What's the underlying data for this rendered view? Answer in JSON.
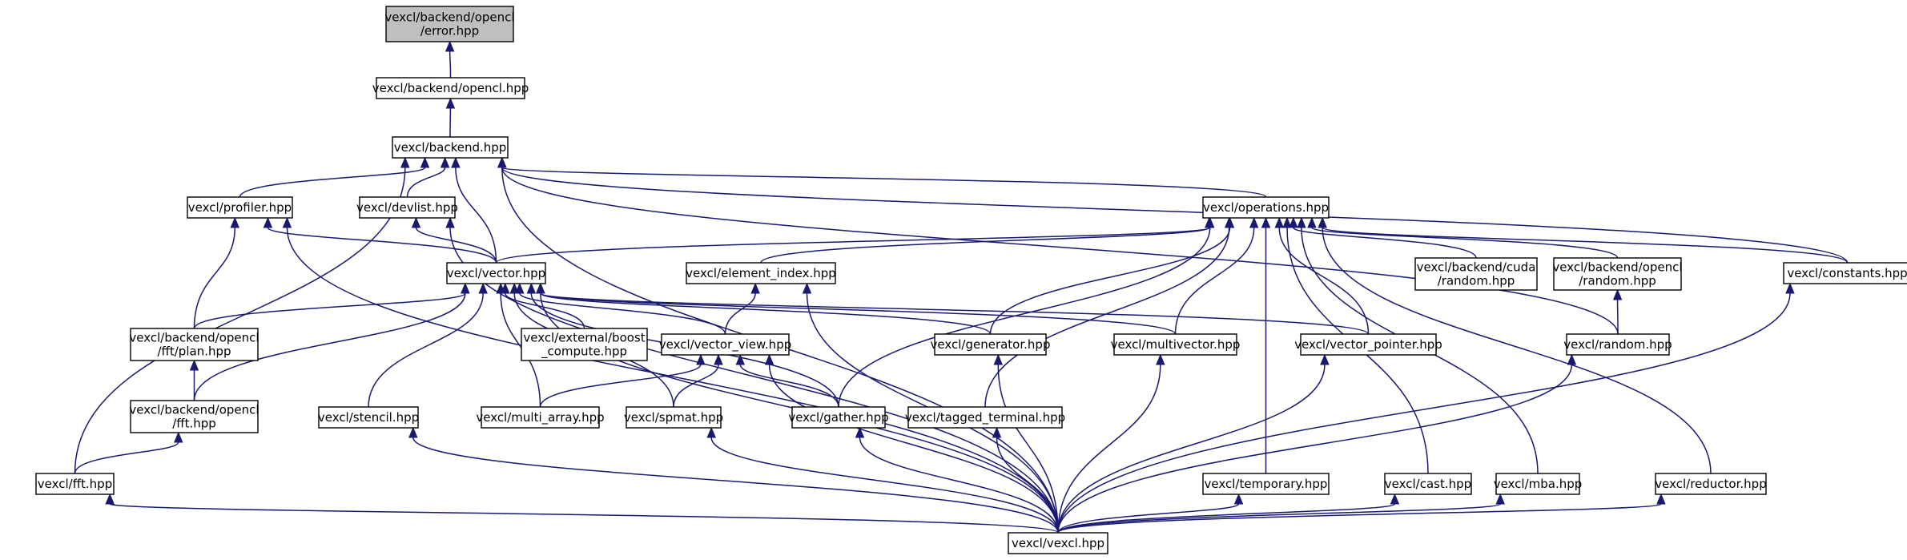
{
  "nodes": {
    "error": [
      "vexcl/backend/opencl",
      "/error.hpp"
    ],
    "opencl": [
      "vexcl/backend/opencl.hpp"
    ],
    "backend": [
      "vexcl/backend.hpp"
    ],
    "profiler": [
      "vexcl/profiler.hpp"
    ],
    "devlist": [
      "vexcl/devlist.hpp"
    ],
    "operations": [
      "vexcl/operations.hpp"
    ],
    "vector": [
      "vexcl/vector.hpp"
    ],
    "elemidx": [
      "vexcl/element_index.hpp"
    ],
    "cudarand": [
      "vexcl/backend/cuda",
      "/random.hpp"
    ],
    "oclrand": [
      "vexcl/backend/opencl",
      "/random.hpp"
    ],
    "constants": [
      "vexcl/constants.hpp"
    ],
    "fftplan": [
      "vexcl/backend/opencl",
      "/fft/plan.hpp"
    ],
    "boost": [
      "vexcl/external/boost",
      "_compute.hpp"
    ],
    "vview": [
      "vexcl/vector_view.hpp"
    ],
    "generator": [
      "vexcl/generator.hpp"
    ],
    "multivector": [
      "vexcl/multivector.hpp"
    ],
    "vpointer": [
      "vexcl/vector_pointer.hpp"
    ],
    "random": [
      "vexcl/random.hpp"
    ],
    "oclfft": [
      "vexcl/backend/opencl",
      "/fft.hpp"
    ],
    "stencil": [
      "vexcl/stencil.hpp"
    ],
    "multiarray": [
      "vexcl/multi_array.hpp"
    ],
    "spmat": [
      "vexcl/spmat.hpp"
    ],
    "gather": [
      "vexcl/gather.hpp"
    ],
    "tagged": [
      "vexcl/tagged_terminal.hpp"
    ],
    "fft": [
      "vexcl/fft.hpp"
    ],
    "temporary": [
      "vexcl/temporary.hpp"
    ],
    "cast": [
      "vexcl/cast.hpp"
    ],
    "mba": [
      "vexcl/mba.hpp"
    ],
    "reductor": [
      "vexcl/reductor.hpp"
    ],
    "vexcl": [
      "vexcl/vexcl.hpp"
    ]
  },
  "edges": [
    [
      "error",
      "opencl"
    ],
    [
      "opencl",
      "backend"
    ],
    [
      "backend",
      "profiler"
    ],
    [
      "backend",
      "devlist"
    ],
    [
      "backend",
      "vector"
    ],
    [
      "backend",
      "operations"
    ],
    [
      "backend",
      "constants"
    ],
    [
      "backend",
      "random"
    ],
    [
      "backend",
      "fft"
    ],
    [
      "backend",
      "vexcl"
    ],
    [
      "profiler",
      "vector"
    ],
    [
      "profiler",
      "fftplan"
    ],
    [
      "profiler",
      "vexcl"
    ],
    [
      "devlist",
      "vector"
    ],
    [
      "devlist",
      "vexcl"
    ],
    [
      "operations",
      "vector"
    ],
    [
      "operations",
      "elemidx"
    ],
    [
      "operations",
      "cudarand"
    ],
    [
      "operations",
      "oclrand"
    ],
    [
      "operations",
      "constants"
    ],
    [
      "operations",
      "generator"
    ],
    [
      "operations",
      "multivector"
    ],
    [
      "operations",
      "vpointer"
    ],
    [
      "operations",
      "gather"
    ],
    [
      "operations",
      "tagged"
    ],
    [
      "operations",
      "temporary"
    ],
    [
      "operations",
      "cast"
    ],
    [
      "operations",
      "mba"
    ],
    [
      "operations",
      "reductor"
    ],
    [
      "vector",
      "fftplan"
    ],
    [
      "vector",
      "boost"
    ],
    [
      "vector",
      "vview"
    ],
    [
      "vector",
      "generator"
    ],
    [
      "vector",
      "multivector"
    ],
    [
      "vector",
      "vpointer"
    ],
    [
      "vector",
      "oclfft"
    ],
    [
      "vector",
      "stencil"
    ],
    [
      "vector",
      "multiarray"
    ],
    [
      "vector",
      "spmat"
    ],
    [
      "vector",
      "gather"
    ],
    [
      "vector",
      "vexcl"
    ],
    [
      "elemidx",
      "vview"
    ],
    [
      "elemidx",
      "vexcl"
    ],
    [
      "oclrand",
      "random"
    ],
    [
      "constants",
      "vexcl"
    ],
    [
      "fftplan",
      "oclfft"
    ],
    [
      "vview",
      "multiarray"
    ],
    [
      "vview",
      "spmat"
    ],
    [
      "vview",
      "gather"
    ],
    [
      "vview",
      "vexcl"
    ],
    [
      "generator",
      "vexcl"
    ],
    [
      "multivector",
      "vexcl"
    ],
    [
      "vpointer",
      "vexcl"
    ],
    [
      "random",
      "vexcl"
    ],
    [
      "oclfft",
      "fft"
    ],
    [
      "stencil",
      "vexcl"
    ],
    [
      "spmat",
      "vexcl"
    ],
    [
      "gather",
      "vexcl"
    ],
    [
      "tagged",
      "vexcl"
    ],
    [
      "fft",
      "vexcl"
    ],
    [
      "temporary",
      "vexcl"
    ],
    [
      "cast",
      "vexcl"
    ],
    [
      "mba",
      "vexcl"
    ],
    [
      "reductor",
      "vexcl"
    ]
  ]
}
